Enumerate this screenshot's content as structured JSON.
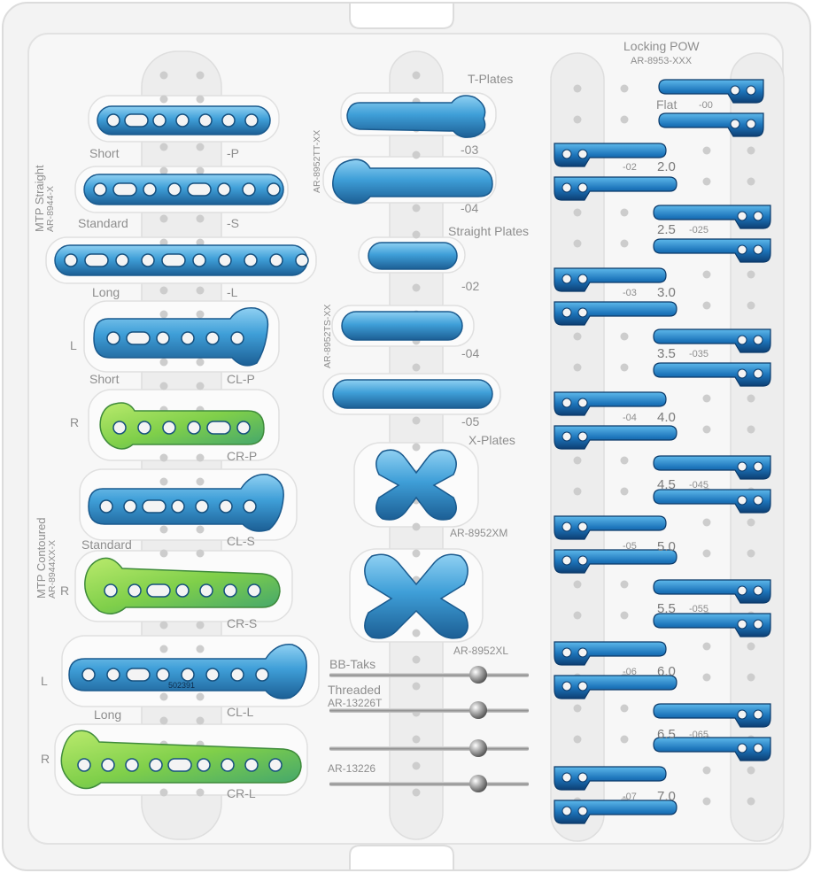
{
  "labels": {
    "short_p": "Short",
    "code_p": "-P",
    "standard_s": "Standard",
    "code_s": "-S",
    "long_l": "Long",
    "code_l": "-L",
    "l1": "L",
    "short_c": "Short",
    "code_clp": "CL-P",
    "r1": "R",
    "code_crp": "CR-P",
    "standard_c": "Standard",
    "code_cls": "CL-S",
    "r2": "R",
    "code_crs": "CR-S",
    "l3": "L",
    "long_c": "Long",
    "code_cll": "CL-L",
    "r3": "R",
    "code_crl": "CR-L",
    "t_plates": "T-Plates",
    "t03": "-03",
    "t04": "-04",
    "straight_plates": "Straight Plates",
    "s02": "-02",
    "s04": "-04",
    "s05": "-05",
    "x_plates": "X-Plates",
    "xm": "AR-8952XM",
    "xl": "AR-8952XL",
    "bb_taks": "BB-Taks",
    "threaded": "Threaded",
    "ar13226t": "AR-13226T",
    "ar13226": "AR-13226",
    "locking_pow": "Locking POW",
    "ar8953": "AR-8953-XXX",
    "flat": "Flat",
    "f00": "-00",
    "m02": "-02",
    "v20": "2.0",
    "v25": "2.5",
    "m025": "-025",
    "m03": "-03",
    "v30": "3.0",
    "v35": "3.5",
    "m035": "-035",
    "m04": "-04",
    "v40": "4.0",
    "v45": "4.5",
    "m045": "-045",
    "m05": "-05",
    "v50": "5.0",
    "v55": "5.5",
    "m055": "-055",
    "m06": "-06",
    "v60": "6.0",
    "v65": "6.5",
    "m065": "-065",
    "m07": "-07",
    "v70": "7.0"
  },
  "vertical": {
    "mtp_straight": "MTP Straight",
    "ar8944x": "AR-8944-X",
    "mtp_contoured": "MTP Contoured",
    "ar8944xxx": "AR-8944XX-X",
    "ar8952tt": "AR-8952TT-XX",
    "ar8952ts": "AR-8952TS-XX"
  },
  "engraving": {
    "plate_code": "502391"
  },
  "colors": {
    "tray": "#f4f4f4",
    "tray_edge": "#e3e3e3",
    "hole": "#c6c6c6",
    "plate_blue": "#4aa3d6",
    "plate_blue_dark": "#1f6fa8",
    "plate_green": "#8fd14f",
    "pow_blue": "#1c78c0",
    "label": "#8e8e8e"
  }
}
